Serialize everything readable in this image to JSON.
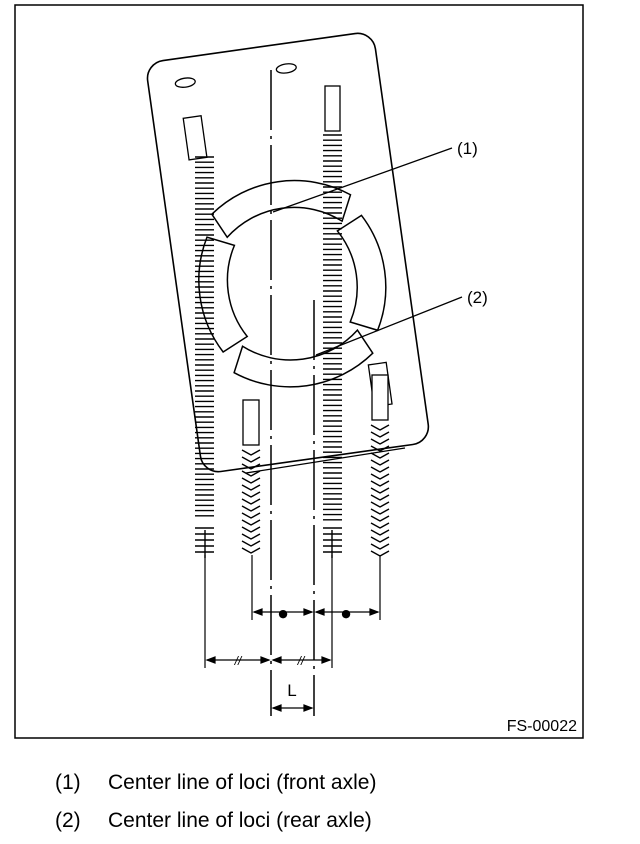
{
  "figure": {
    "code": "FS-00022",
    "callout_1": "(1)",
    "callout_2": "(2)",
    "dimension_label": "L",
    "equal_mark_dot": "●",
    "equal_mark_slash": "//"
  },
  "legend": [
    {
      "num": "(1)",
      "text": "Center line of loci (front axle)"
    },
    {
      "num": "(2)",
      "text": "Center line of loci (rear axle)"
    }
  ],
  "colors": {
    "ink": "#000000",
    "paper": "#ffffff"
  }
}
